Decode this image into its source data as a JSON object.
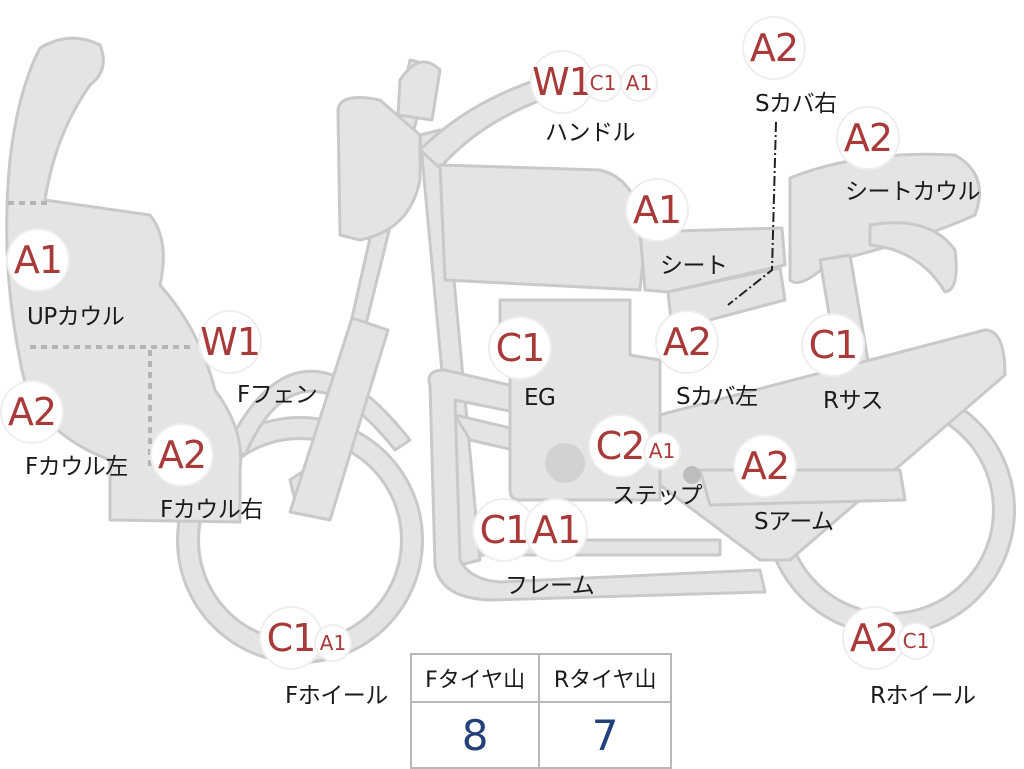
{
  "parts": [
    {
      "id": "handle",
      "label": "ハンドル",
      "codes": [
        "W1",
        "C1",
        "A1"
      ]
    },
    {
      "id": "s-cover-right",
      "label": "Sカバ右",
      "codes": [
        "A2"
      ]
    },
    {
      "id": "seat-cowl",
      "label": "シートカウル",
      "codes": [
        "A2"
      ]
    },
    {
      "id": "seat",
      "label": "シート",
      "codes": [
        "A1"
      ]
    },
    {
      "id": "up-cowl",
      "label": "UPカウル",
      "codes": [
        "A1"
      ]
    },
    {
      "id": "f-fender",
      "label": "Fフェン",
      "codes": [
        "W1"
      ]
    },
    {
      "id": "engine",
      "label": "EG",
      "codes": [
        "C1"
      ]
    },
    {
      "id": "s-cover-left",
      "label": "Sカバ左",
      "codes": [
        "A2"
      ]
    },
    {
      "id": "r-suspension",
      "label": "Rサス",
      "codes": [
        "C1"
      ]
    },
    {
      "id": "f-cowl-left",
      "label": "Fカウル左",
      "codes": [
        "A2"
      ]
    },
    {
      "id": "f-cowl-right",
      "label": "Fカウル右",
      "codes": [
        "A2"
      ]
    },
    {
      "id": "step",
      "label": "ステップ",
      "codes": [
        "C2",
        "A1"
      ]
    },
    {
      "id": "swing-arm",
      "label": "Sアーム",
      "codes": [
        "A2"
      ]
    },
    {
      "id": "frame",
      "label": "フレーム",
      "codes": [
        "C1",
        "A1"
      ]
    },
    {
      "id": "f-wheel",
      "label": "Fホイール",
      "codes": [
        "C1",
        "A1"
      ]
    },
    {
      "id": "r-wheel",
      "label": "Rホイール",
      "codes": [
        "A2",
        "C1"
      ]
    }
  ],
  "tire_table": {
    "headers": [
      "Fタイヤ山",
      "Rタイヤ山"
    ],
    "values": [
      "8",
      "7"
    ]
  },
  "colors": {
    "code_text": "#a83a3a",
    "silhouette_fill": "#e4e4e2",
    "silhouette_stroke": "#c9c9c7",
    "tire_value_text": "#24407a"
  }
}
